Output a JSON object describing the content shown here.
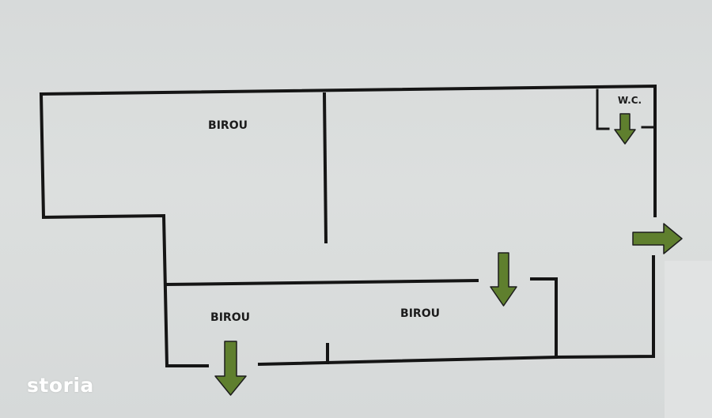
{
  "floorplan": {
    "rooms": [
      {
        "label": "BIROU"
      },
      {
        "label": "BIROU"
      },
      {
        "label": "BIROU"
      },
      {
        "label": "W.C."
      }
    ],
    "arrows": [
      {
        "direction": "down"
      },
      {
        "direction": "down"
      },
      {
        "direction": "down"
      },
      {
        "direction": "right"
      }
    ]
  },
  "watermark": {
    "text": "storia"
  },
  "colors": {
    "background": "#d9dcdc",
    "walls": "#151515",
    "arrow_fill": "#5f7f2e",
    "arrow_stroke": "#1d1d1d",
    "watermark": "#ffffff"
  }
}
